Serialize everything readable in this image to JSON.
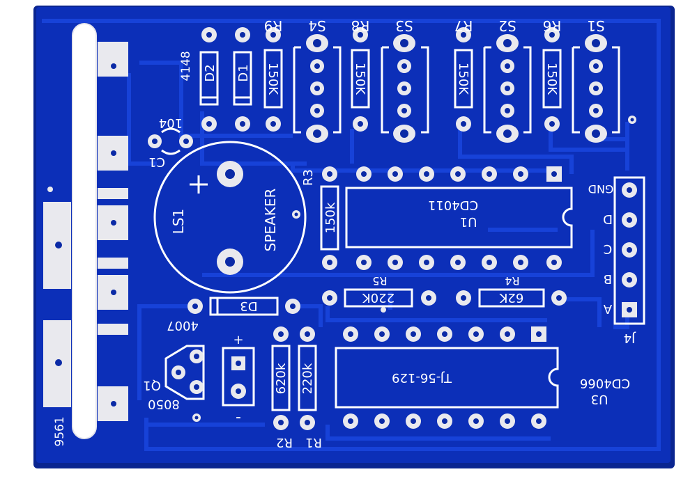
{
  "colors": {
    "board": "#0c2fb8",
    "board_edge": "#0a2590",
    "trace": "#1742d8",
    "silk": "#ffffff",
    "copper": "#e9e9ee",
    "hole": "#0b2aa6",
    "background": "#ffffff"
  },
  "labels": {
    "board_code": "9561",
    "s1": "S1",
    "s2": "S2",
    "s3": "S3",
    "s4": "S4",
    "r6": "R6",
    "r7": "R7",
    "r8": "R8",
    "r9": "R9",
    "r3": "R3",
    "r4": "R4",
    "r5": "R5",
    "r1": "R1",
    "r2": "R2",
    "d1": "D1",
    "d2": "D2",
    "d3": "D3",
    "c1": "C1",
    "c1_value": "104",
    "diode_1n4148": "4148",
    "diode_4007": "4007",
    "ls1": "LS1",
    "speaker": "SPEAKER",
    "u1": "U1",
    "u1_chip": "CD4011",
    "u3": "U3",
    "u3_chip": "CD4066",
    "u3_part": "TJ-56-129",
    "q1": "Q1",
    "q1_type": "8050",
    "j4": "J4",
    "pin_gnd": "GND",
    "pin_d": "D",
    "pin_c": "C",
    "pin_b": "B",
    "pin_a": "A",
    "plus": "+",
    "minus": "-",
    "val_150k_r9": "150K",
    "val_150k_r8": "150K",
    "val_150k_r7": "150K",
    "val_150k_r6": "150K",
    "val_150k_r3": "150k",
    "val_220k_r5": "220K",
    "val_62k_r4": "62K",
    "val_620k_r2": "620k",
    "val_220k_r1": "220k"
  }
}
